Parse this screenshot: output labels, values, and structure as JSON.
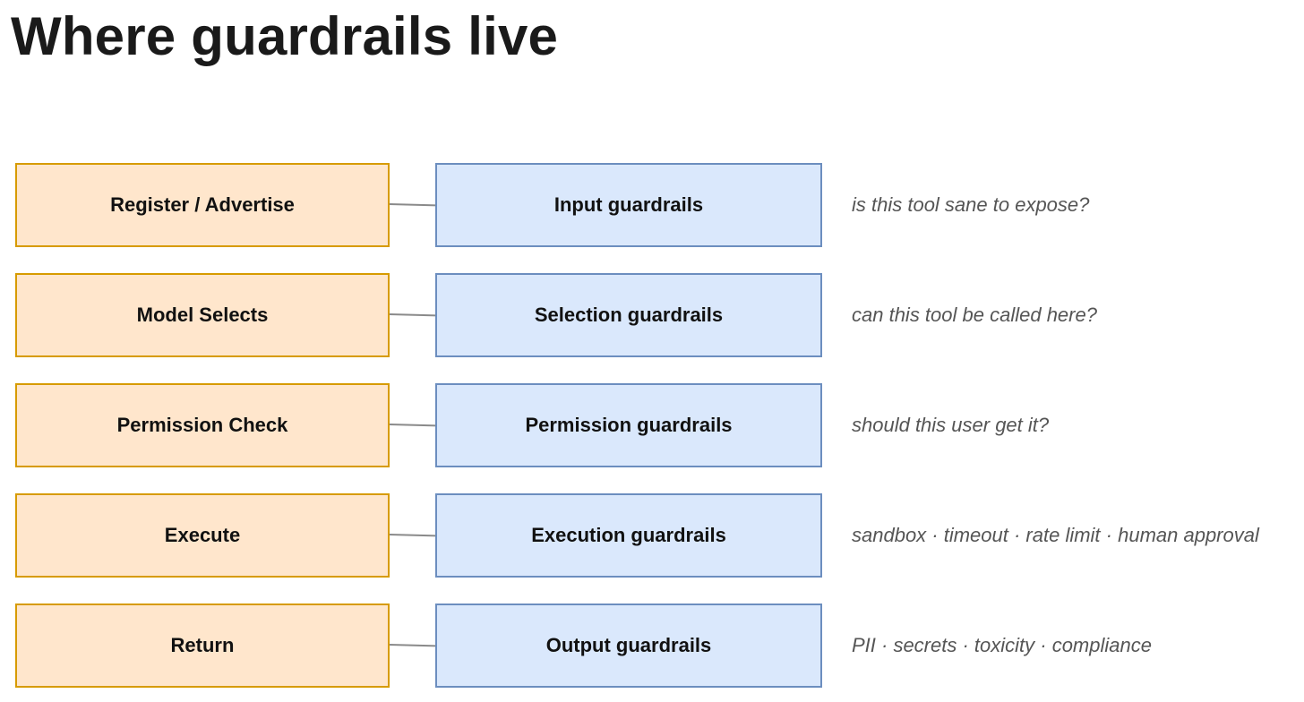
{
  "title": "Where guardrails live",
  "rows": [
    {
      "stage": "Register / Advertise",
      "guardrail": "Input guardrails",
      "note": "is this tool sane to expose?"
    },
    {
      "stage": "Model Selects",
      "guardrail": "Selection guardrails",
      "note": "can this tool be called here?"
    },
    {
      "stage": "Permission Check",
      "guardrail": "Permission guardrails",
      "note": "should this user get it?"
    },
    {
      "stage": "Execute",
      "guardrail": "Execution guardrails",
      "note": "sandbox · timeout · rate limit · human approval"
    },
    {
      "stage": "Return",
      "guardrail": "Output guardrails",
      "note": "PII · secrets · toxicity · compliance"
    }
  ],
  "colors": {
    "stage_fill": "#ffe6cc",
    "stage_border": "#d79b00",
    "guardrail_fill": "#dae8fc",
    "guardrail_border": "#6c8ebf",
    "connector": "#8a8a8a",
    "note_text": "#555555"
  }
}
